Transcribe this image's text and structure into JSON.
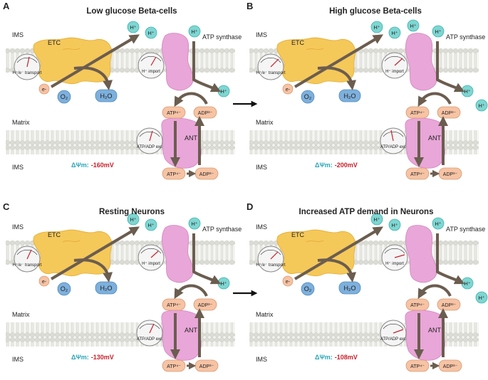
{
  "panels": [
    {
      "letter": "A",
      "title": "Low glucose Beta-cells",
      "dpsi_label": "ΔΨm:",
      "dpsi_value": "-160mV",
      "etc_gauge": "H⁺/e⁻ transport",
      "import_gauge": "H⁺ import",
      "exchange_gauge": "ATP/ADP exc"
    },
    {
      "letter": "B",
      "title": "High glucose Beta-cells",
      "dpsi_label": "ΔΨm:",
      "dpsi_value": "-200mV",
      "etc_gauge": "H⁺/e⁻ transport",
      "import_gauge": "H⁺ import",
      "exchange_gauge": "ATP/ADP exc"
    },
    {
      "letter": "C",
      "title": "Resting Neurons",
      "dpsi_label": "ΔΨm:",
      "dpsi_value": "-130mV",
      "etc_gauge": "H⁺/e⁻ transport",
      "import_gauge": "H⁺ import",
      "exchange_gauge": "ATP/ADP exc"
    },
    {
      "letter": "D",
      "title": "Increased ATP demand in Neurons",
      "dpsi_label": "ΔΨm:",
      "dpsi_value": "-108mV",
      "etc_gauge": "H⁺/e⁻ transport",
      "import_gauge": "H⁺ import",
      "exchange_gauge": "ATP/ADP exc"
    }
  ],
  "labels": {
    "ims": "IMS",
    "matrix": "Matrix",
    "etc": "ETC",
    "atp_synthase": "ATP synthase",
    "ant": "ANT",
    "proton": "H⁺",
    "electron": "e-",
    "oxygen": "O₂",
    "water": "H₂O",
    "atp": "ATP⁴⁻",
    "adp": "ADP³⁻"
  },
  "colors": {
    "etc": "#f5c85a",
    "synthase": "#e9a6d8",
    "proton": "#7fd6d2",
    "oxygen": "#7eb0dc",
    "atp_box": "#f6c3a4",
    "arrow": "#6b5d4f",
    "membrane": "#e2e2dd"
  }
}
